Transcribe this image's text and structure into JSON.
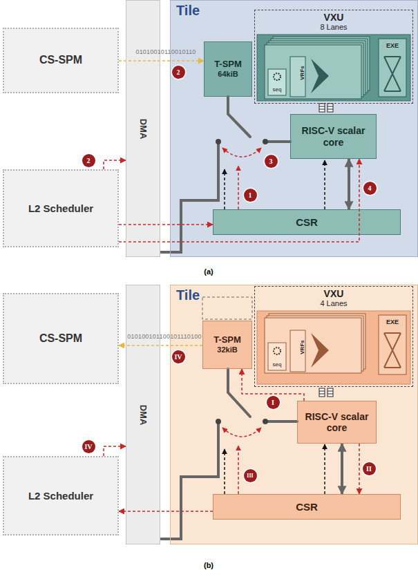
{
  "diagram": {
    "nodes": [
      {
        "text": [
          "CS-SPM"
        ]
      },
      {
        "text": [
          "DMA"
        ]
      },
      {
        "text": [
          "L2 Scheduler"
        ]
      },
      {
        "text": [
          "Tile"
        ]
      },
      {
        "text": [
          "T-SPM",
          "64kiB"
        ],
        "in": 3
      },
      {
        "text": [
          "VXU",
          "8 Lanes"
        ],
        "in": 3
      },
      {
        "text": [
          "RISC-V scalar core"
        ],
        "in": 3
      },
      {
        "text": [
          "CSR"
        ],
        "in": 3
      },
      {
        "text": [
          "CS-SPM"
        ]
      },
      {
        "text": [
          "DMA"
        ]
      },
      {
        "text": [
          "L2 Scheduler"
        ]
      },
      {
        "text": [
          "Tile"
        ]
      },
      {
        "text": [
          "T-SPM",
          "32kiB"
        ],
        "in": 11
      },
      {
        "text": [
          "VXU",
          "4 Lanes"
        ],
        "in": 11
      },
      {
        "text": [
          "RISC-V scalar core"
        ],
        "in": 11
      },
      {
        "text": [
          "CSR"
        ],
        "in": 11
      }
    ],
    "edges": [
      {
        "from": 0,
        "to": 4,
        "arrow": "to"
      },
      {
        "from": 2,
        "to": 1,
        "arrow": "to"
      },
      {
        "from": 2,
        "to": 7,
        "arrow": "to"
      },
      {
        "from": 2,
        "to": 6,
        "arrow": "to"
      },
      {
        "from": 7,
        "to": 6,
        "arrow": "both"
      },
      {
        "from": 14,
        "to": 12,
        "arrow": "to"
      },
      {
        "from": 14,
        "to": 15,
        "arrow": "to"
      },
      {
        "from": 15,
        "to": 10,
        "arrow": "to"
      },
      {
        "from": 10,
        "to": 9,
        "arrow": "to"
      },
      {
        "from": 12,
        "to": 8,
        "arrow": "to"
      },
      {
        "from": 15,
        "to": 14,
        "arrow": "both"
      }
    ],
    "labels": [
      "01010010110010110",
      "seq",
      "VRFs",
      "EXE",
      "1",
      "2",
      "2",
      "3",
      "4",
      "(a)",
      "010100101100101110100",
      "seq",
      "VRFs",
      "EXE",
      "I",
      "II",
      "III",
      "IV",
      "IV",
      "(b)"
    ]
  }
}
